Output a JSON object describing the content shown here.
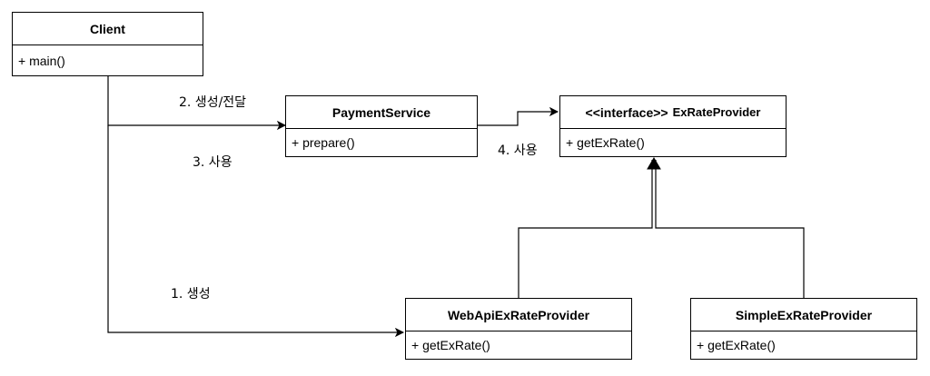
{
  "classes": {
    "client": {
      "name": "Client",
      "method": "+ main()"
    },
    "payment_service": {
      "name": "PaymentService",
      "method": "+ prepare()"
    },
    "ex_rate_provider": {
      "stereotype": "<<interface>>",
      "name": "ExRateProvider",
      "method": "+ getExRate()"
    },
    "web_api_provider": {
      "name": "WebApiExRateProvider",
      "method": "+ getExRate()"
    },
    "simple_provider": {
      "name": "SimpleExRateProvider",
      "method": "+ getExRate()"
    }
  },
  "edges": {
    "create_pass": "2. 생성/전달",
    "use_payment": "3. 사용",
    "use_provider": "4. 사용",
    "create_web": "1. 생성"
  }
}
